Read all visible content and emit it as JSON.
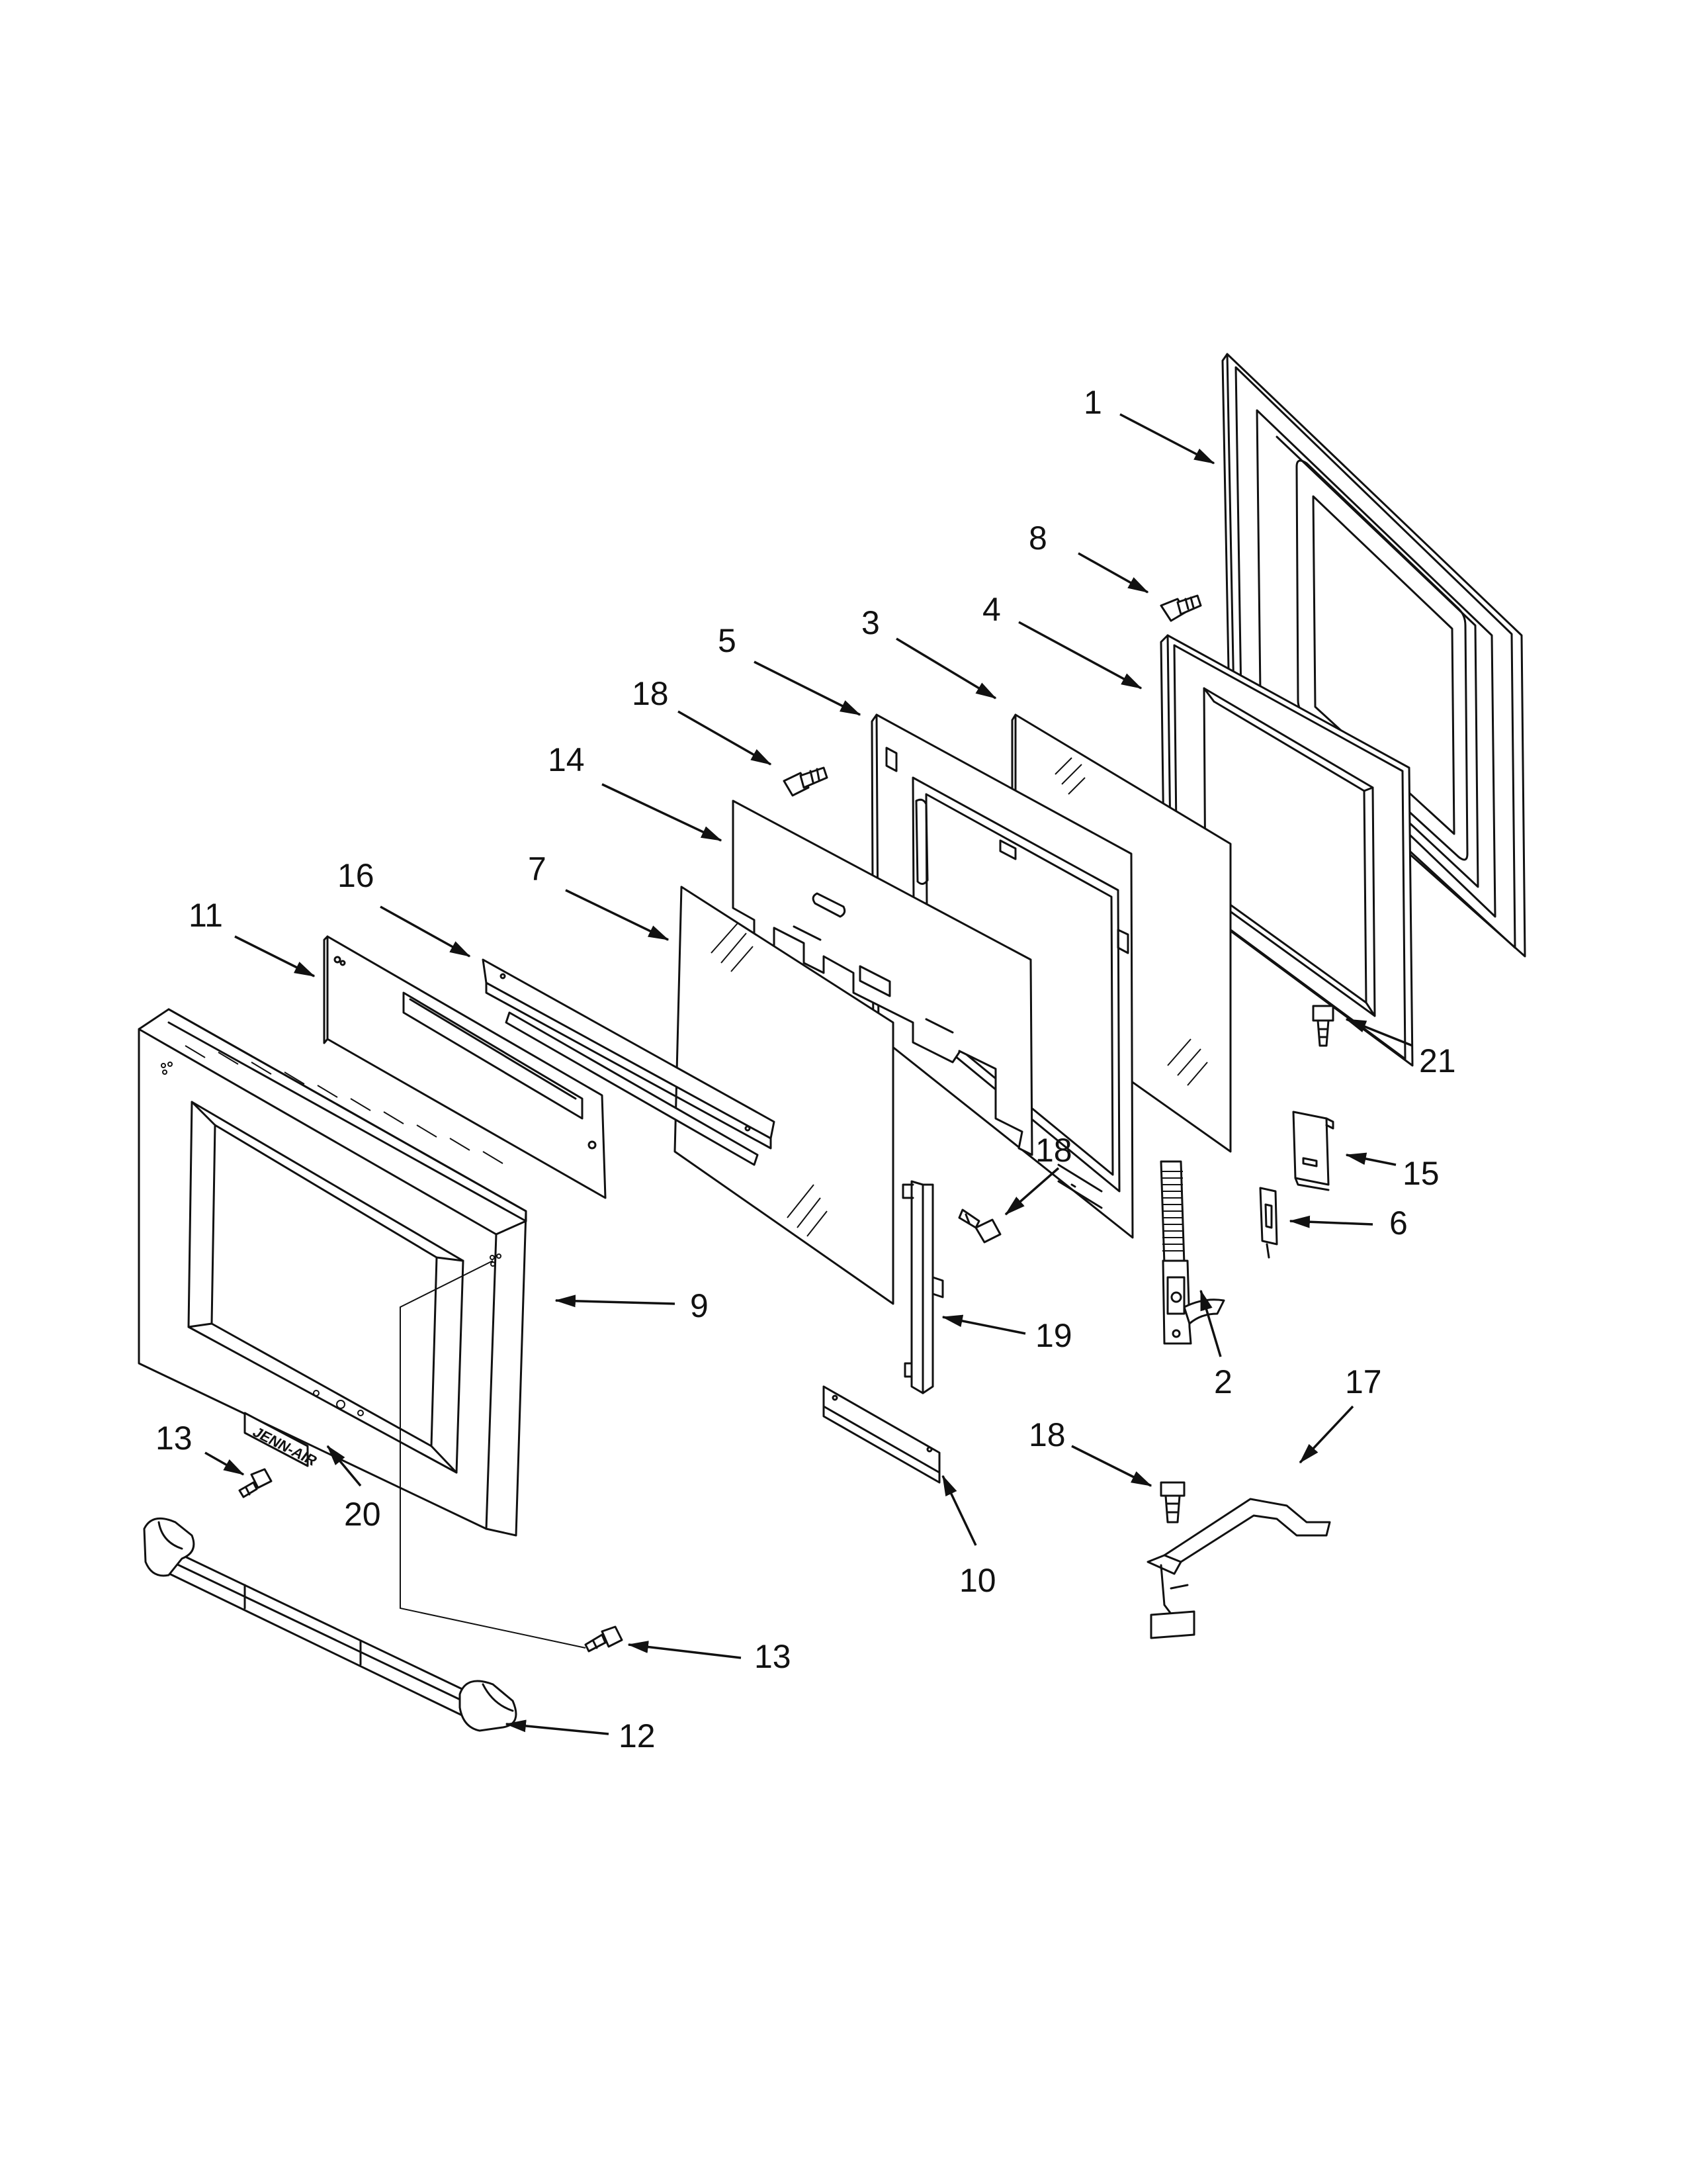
{
  "diagram": {
    "callouts": [
      {
        "id": "c1",
        "label": "1"
      },
      {
        "id": "c8",
        "label": "8"
      },
      {
        "id": "c5",
        "label": "5"
      },
      {
        "id": "c3",
        "label": "3"
      },
      {
        "id": "c4",
        "label": "4"
      },
      {
        "id": "c18a",
        "label": "18"
      },
      {
        "id": "c14",
        "label": "14"
      },
      {
        "id": "c16",
        "label": "16"
      },
      {
        "id": "c7",
        "label": "7"
      },
      {
        "id": "c11",
        "label": "11"
      },
      {
        "id": "c21",
        "label": "21"
      },
      {
        "id": "c15",
        "label": "15"
      },
      {
        "id": "c18b",
        "label": "18"
      },
      {
        "id": "c6",
        "label": "6"
      },
      {
        "id": "c9",
        "label": "9"
      },
      {
        "id": "c19",
        "label": "19"
      },
      {
        "id": "c2",
        "label": "2"
      },
      {
        "id": "c17",
        "label": "17"
      },
      {
        "id": "c13a",
        "label": "13"
      },
      {
        "id": "c18c",
        "label": "18"
      },
      {
        "id": "c20",
        "label": "20"
      },
      {
        "id": "c10",
        "label": "10"
      },
      {
        "id": "c13b",
        "label": "13"
      },
      {
        "id": "c12",
        "label": "12"
      }
    ],
    "logo_text": "JENN-AIR"
  }
}
